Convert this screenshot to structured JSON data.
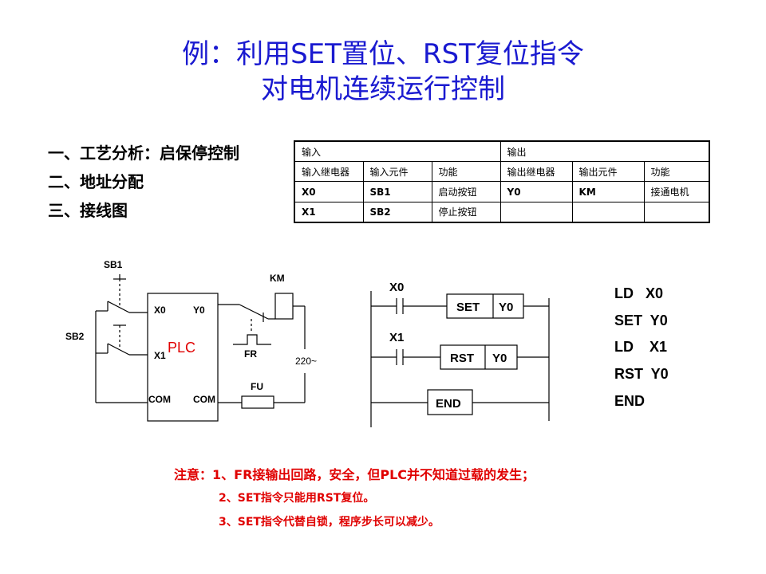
{
  "title": {
    "line1": "例：利用SET置位、RST复位指令",
    "line2": "对电机连续运行控制"
  },
  "steps": [
    "一、工艺分析：启保停控制",
    "二、地址分配",
    "三、接线图"
  ],
  "io_table": {
    "input_header": "输入",
    "output_header": "输出",
    "columns": [
      "输入继电器",
      "输入元件",
      "功能",
      "输出继电器",
      "输出元件",
      "功能"
    ],
    "rows": [
      [
        "X0",
        "SB1",
        "启动按钮",
        "Y0",
        "KM",
        "接通电机"
      ],
      [
        "X1",
        "SB2",
        "停止按钮",
        "",
        "",
        ""
      ]
    ]
  },
  "wiring": {
    "sb1": "SB1",
    "sb2": "SB2",
    "x0": "X0",
    "y0": "Y0",
    "x1": "X1",
    "plc": "PLC",
    "com1": "COM",
    "com2": "COM",
    "km": "KM",
    "fr": "FR",
    "fu": "FU",
    "voltage": "220~"
  },
  "ladder": {
    "x0": "X0",
    "set": "SET",
    "y0a": "Y0",
    "x1": "X1",
    "rst": "RST",
    "y0b": "Y0",
    "end": "END"
  },
  "instruction_list": [
    "LD   X0",
    "SET  Y0",
    "LD    X1",
    "RST  Y0",
    "END"
  ],
  "notes": [
    "注意：1、FR接输出回路，安全，但PLC并不知道过载的发生；",
    "2、SET指令只能用RST复位。",
    "3、SET指令代替自锁，程序步长可以减少。"
  ],
  "colors": {
    "title": "#1a1ad0",
    "plc_label": "#e00000",
    "notes": "#e00000"
  }
}
